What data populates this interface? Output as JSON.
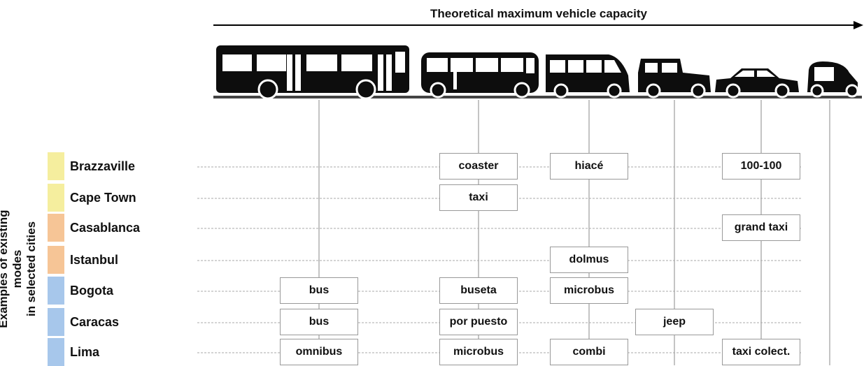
{
  "header": {
    "title": "Theoretical maximum vehicle capacity"
  },
  "axis_label": {
    "line1": "Examples of existing modes",
    "line2": "in selected cities"
  },
  "vehicles": [
    "bus-icon",
    "coaster-icon",
    "van-icon",
    "jeep-icon",
    "car-icon",
    "rickshaw-icon"
  ],
  "colors": {
    "yellow": "#F5EE9E",
    "orange": "#F6C596",
    "blue": "#A7C7EB"
  },
  "cities": [
    {
      "name": "Brazzaville",
      "color": "#F5EE9E",
      "modes": [
        "",
        "coaster",
        "hiacé",
        "",
        "100-100"
      ]
    },
    {
      "name": "Cape Town",
      "color": "#F5EE9E",
      "modes": [
        "",
        "taxi",
        "",
        "",
        ""
      ]
    },
    {
      "name": "Casablanca",
      "color": "#F6C596",
      "modes": [
        "",
        "",
        "",
        "",
        "grand taxi"
      ]
    },
    {
      "name": "Istanbul",
      "color": "#F6C596",
      "modes": [
        "",
        "",
        "dolmus",
        "",
        ""
      ]
    },
    {
      "name": "Bogota",
      "color": "#A7C7EB",
      "modes": [
        "bus",
        "buseta",
        "microbus",
        "",
        ""
      ]
    },
    {
      "name": "Caracas",
      "color": "#A7C7EB",
      "modes": [
        "bus",
        "por puesto",
        "",
        "jeep",
        ""
      ]
    },
    {
      "name": "Lima",
      "color": "#A7C7EB",
      "modes": [
        "omnibus",
        "microbus",
        "combi",
        "",
        "taxi colect."
      ]
    }
  ]
}
